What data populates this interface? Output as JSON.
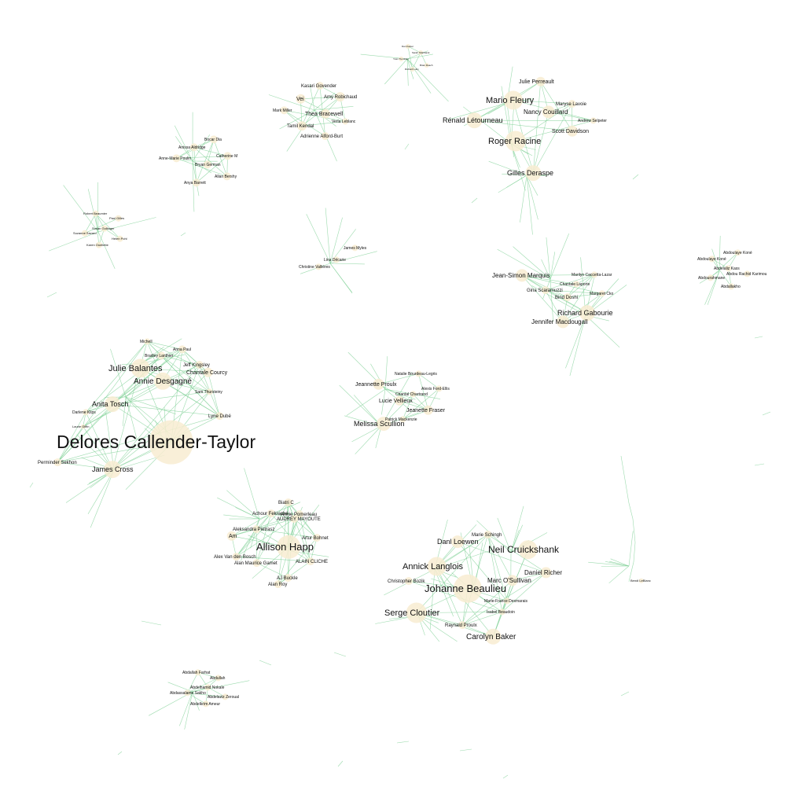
{
  "graph": {
    "colors": {
      "edge": "#7ccf93",
      "node": "#f8ecd1",
      "label": "#111111"
    },
    "clusters": [
      {
        "id": "delores",
        "labels": [
          "Delores Callender-Taylor",
          "Julie Balantes",
          "Annie Desgagné",
          "Anita Tosch",
          "James Cross",
          "Chantale Courcy",
          "Jeff Kingsley",
          "Anna Paul",
          "Bradley Lanthier",
          "Michell",
          "Sam Thursteiny",
          "Lyne Dubé",
          "Darlene Klips",
          "Laurie Giffin",
          "Perminder Sekhon"
        ]
      },
      {
        "id": "roger",
        "labels": [
          "Roger Racine",
          "Mario Fleury",
          "Rénald Létourneau",
          "Nancy Couillard",
          "Scott Davidson",
          "Gilles Deraspe",
          "Julie Perreault",
          "Maryse Lavoie",
          "Andrew Selpeter"
        ]
      },
      {
        "id": "johanne",
        "labels": [
          "Johanne Beaulieu",
          "Neil Cruickshank",
          "Annick Langlois",
          "Serge Cloutier",
          "Carolyn Baker",
          "Danl Loewen",
          "Marie Schingh",
          "Daniel Richer",
          "Marc O'Sullivan",
          "Christopher Bozik",
          "Marie-France Desmarais",
          "Isabel Beaudoin",
          "Raynald Proulx"
        ]
      },
      {
        "id": "allison",
        "labels": [
          "Allison Happ",
          "Biatri C",
          "Achour Fekraché",
          "Annie Pomerleau",
          "AUDREY MAYOUTE",
          "Aleksandra Pietrasz",
          "Am",
          "Artur Bohnet",
          "Alex Van den Bosch",
          "Alan Maurice Gamet",
          "ALAIN CLICHE",
          "AJ Buckle",
          "Alan Roy"
        ]
      },
      {
        "id": "richard",
        "labels": [
          "Richard Gabourie",
          "Jean-Simon Marquis",
          "Jennifer Macdougall",
          "Gina Scaramuzzi",
          "Bind Doshi",
          "Chantale Laporte",
          "Marilyn Caccetta-Lazar",
          "Margaret Cko"
        ]
      },
      {
        "id": "melissa",
        "labels": [
          "Melissa Scullion",
          "Jeannette Proulx",
          "Lucie Vellieux",
          "Jeanette Fraser",
          "Natalie Bourdeau-Legris",
          "Alexis Ford-Ellis",
          "Chantal Chartrand",
          "Patrick Mackenzie"
        ]
      },
      {
        "id": "thea",
        "labels": [
          "Kasari Govender",
          "Amy Robichaud",
          "Vei",
          "Mark Miller",
          "Thea Bracewell",
          "Verla Leblanc",
          "Tamil Kendal",
          "Adrienne Alford-Burt"
        ]
      },
      {
        "id": "bryan",
        "labels": [
          "Bocar Dia",
          "Anissa Aldridge",
          "Catherine M",
          "Anne-Marie Poulin",
          "Bryan German",
          "Allan Bershy",
          "Anya Barrett"
        ]
      },
      {
        "id": "robert",
        "labels": [
          "Robert Beaumier",
          "Paul Gilles",
          "Susan Gollinger",
          "Suzanne Savard",
          "Helen Pohl",
          "Karen Ouellette"
        ]
      },
      {
        "id": "abdou",
        "labels": [
          "Abdoulaye Koné",
          "Abdoulaye Koné",
          "Abdelaliz Kass",
          "Abdourahmane",
          "Abdou Rachid Karimou",
          "Abdallakho"
        ]
      },
      {
        "id": "abdallah",
        "labels": [
          "Abdallah Farhat",
          "Abdullah",
          "Abdelhamid Nokale",
          "Abdassalame Sakho",
          "Abdelaziz Zeroual",
          "Abdelkrim Ameur"
        ]
      },
      {
        "id": "top",
        "labels": [
          "Dan Kaster",
          "Sarah Shahbank",
          "Yvan Tremblay",
          "Brian Roach",
          "Richard Luby"
        ]
      },
      {
        "id": "lina",
        "labels": [
          "James Myles",
          "Lina Décarie",
          "Christine Vallières"
        ]
      },
      {
        "id": "east",
        "labels": [
          "Bendi LeBlanc"
        ]
      }
    ]
  }
}
